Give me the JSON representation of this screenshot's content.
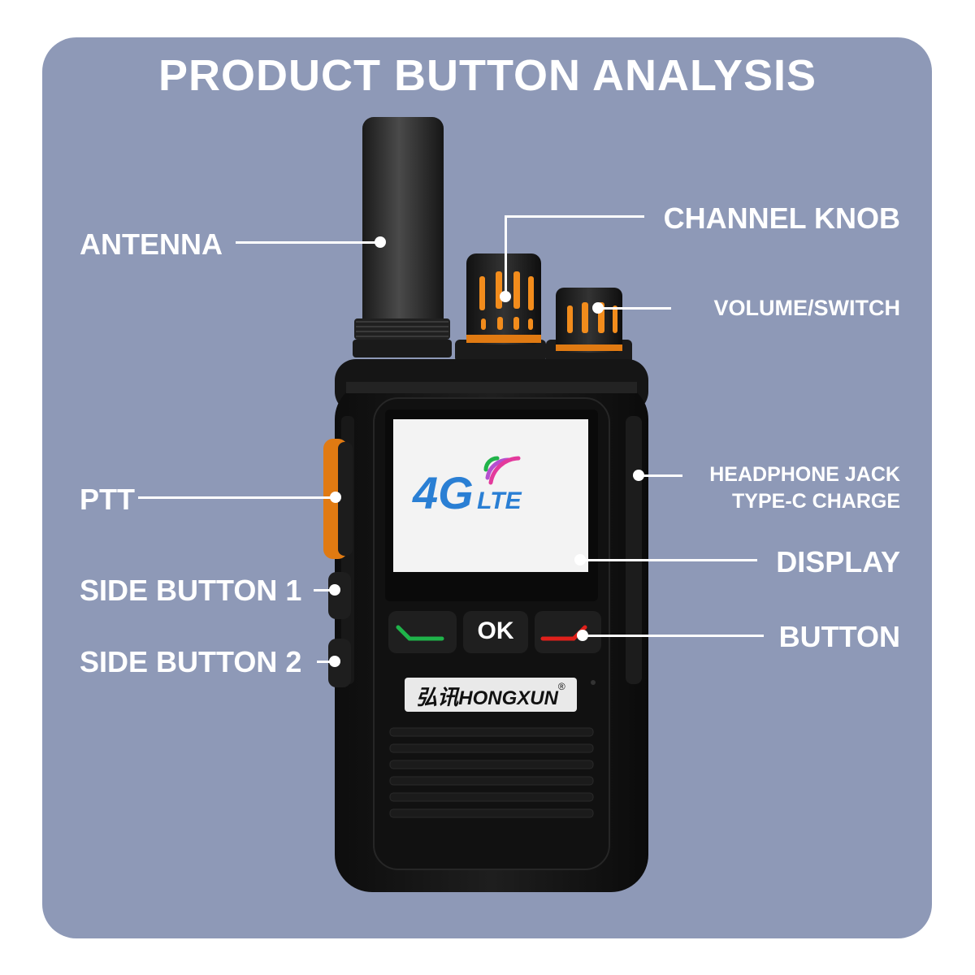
{
  "title": "PRODUCT BUTTON ANALYSIS",
  "labels": {
    "antenna": "ANTENNA",
    "channel_knob": "CHANNEL KNOB",
    "volume_switch": "VOLUME/SWITCH",
    "ptt": "PTT",
    "headphone_jack": "HEADPHONE JACK",
    "type_c_charge": "TYPE-C CHARGE",
    "display": "DISPLAY",
    "side_button_1": "SIDE BUTTON 1",
    "side_button_2": "SIDE BUTTON 2",
    "button": "BUTTON"
  },
  "device": {
    "screen_logo_main": "4G",
    "screen_logo_sub": "LTE",
    "ok_key": "OK",
    "brand": "HONGXUN",
    "brand_chinese": "弘讯",
    "registered_mark": "®"
  },
  "colors": {
    "panel": "#8e99b7",
    "body": "#141414",
    "accent_orange": "#f28c1c",
    "call_green": "#1fb34a",
    "hangup_red": "#e0201b",
    "logo_blue": "#2a7fd4"
  }
}
